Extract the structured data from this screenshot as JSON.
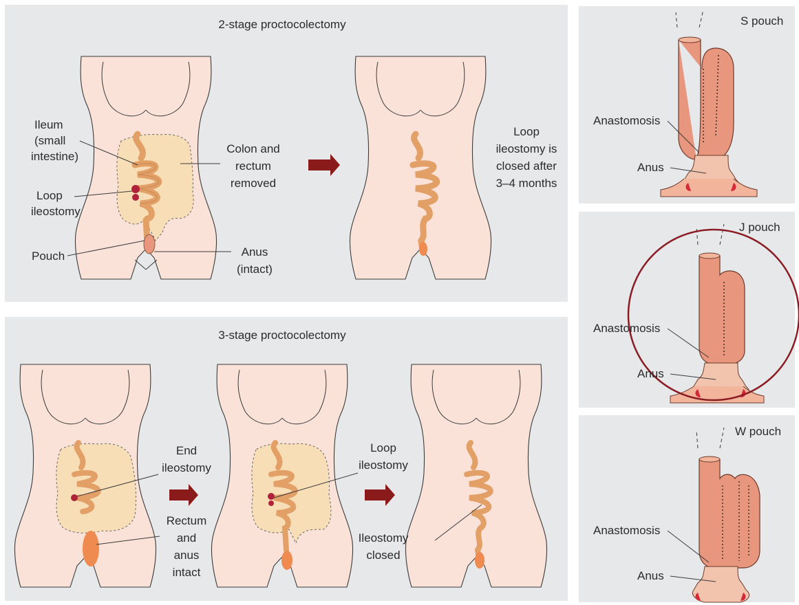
{
  "stage2": {
    "title": "2-stage proctocolectomy",
    "ileum": [
      "Ileum",
      "(small",
      "intestine)"
    ],
    "loop_ileostomy": [
      "Loop",
      "ileostomy"
    ],
    "pouch": "Pouch",
    "colon": [
      "Colon and",
      "rectum",
      "removed"
    ],
    "anus": [
      "Anus",
      "(intact)"
    ],
    "closed_note": [
      "Loop",
      "ileostomy is",
      "closed after",
      "3–4 months"
    ]
  },
  "stage3": {
    "title": "3-stage proctocolectomy",
    "end_ileostomy": [
      "End",
      "ileostomy"
    ],
    "rectum_anus": [
      "Rectum",
      "and",
      "anus",
      "intact"
    ],
    "loop_ileostomy": [
      "Loop",
      "ileostomy"
    ],
    "ileostomy_closed": [
      "Ileostomy",
      "closed"
    ]
  },
  "pouches": {
    "s": {
      "title": "S pouch",
      "anastomosis": "Anastomosis",
      "anus": "Anus"
    },
    "j": {
      "title": "J pouch",
      "anastomosis": "Anastomosis",
      "anus": "Anus"
    },
    "w": {
      "title": "W pouch",
      "anastomosis": "Anastomosis",
      "anus": "Anus"
    }
  },
  "colors": {
    "panel": "#e7e8ea",
    "skin": "#fbe2d8",
    "intestine": "#e2a067",
    "colon_region": "#f8deb7",
    "pouch_fill": "#e9967e",
    "stoma": "#b0223a",
    "arrow": "#8b1a1a",
    "highlight_circle": "#8c1c24"
  }
}
